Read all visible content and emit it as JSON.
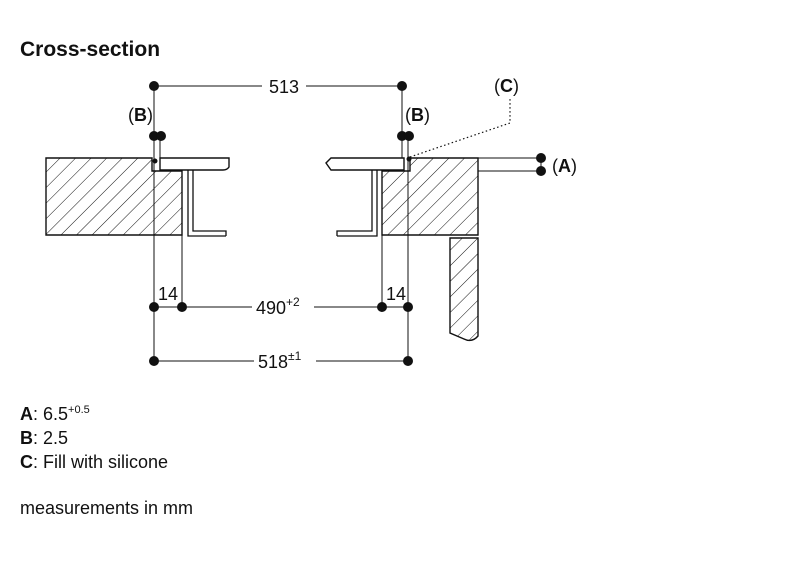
{
  "title": "Cross-section",
  "dimensions": {
    "top_width": "513",
    "left_offset": "14",
    "right_offset": "14",
    "inner_width": "490",
    "inner_tol": "+2",
    "outer_width": "518",
    "outer_tol": "±1"
  },
  "callouts": {
    "b_left": {
      "open": "(",
      "key": "B",
      "close": ")"
    },
    "b_right": {
      "open": "(",
      "key": "B",
      "close": ")"
    },
    "a": {
      "open": "(",
      "key": "A",
      "close": ")"
    },
    "c": {
      "open": "(",
      "key": "C",
      "close": ")"
    }
  },
  "legend": [
    {
      "key": "A",
      "sep": ":",
      "text": " 6.5",
      "sup": "+0.5"
    },
    {
      "key": "B",
      "sep": ":",
      "text": " 2.5",
      "sup": ""
    },
    {
      "key": "C",
      "sep": ":",
      "text": " Fill with silicone",
      "sup": ""
    }
  ],
  "note": "measurements in mm"
}
